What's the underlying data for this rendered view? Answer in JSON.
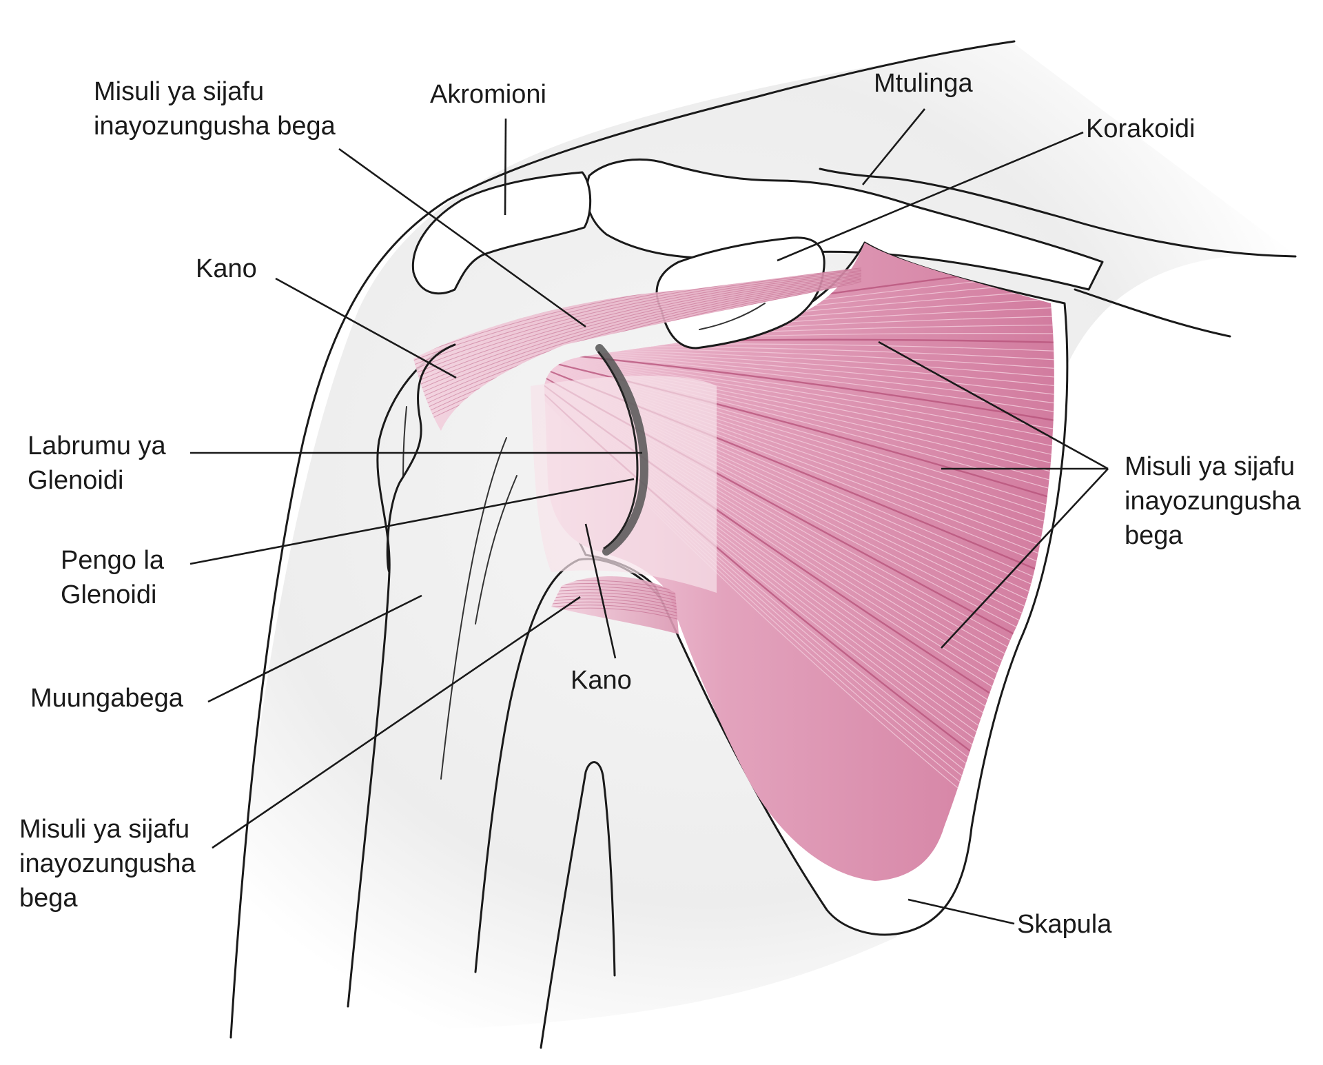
{
  "colors": {
    "muscle": "#d98aa8",
    "muscle_fiber": "#b8547c",
    "muscle_light": "#f1c8d8",
    "skin_shade": "#eeeeee",
    "bone": "#ffffff",
    "labrum": "#555555",
    "line": "#1a1a1a"
  },
  "labels": {
    "rotator_cuff_top": [
      "Misuli ya sijafu",
      "inayozungusha bega"
    ],
    "acromion": [
      "Akromioni"
    ],
    "clavicle": [
      "Mtulinga"
    ],
    "coracoid": [
      "Korakoidi"
    ],
    "tendon_upper": [
      "Kano"
    ],
    "glenoid_labrum": [
      "Labrumu ya",
      "Glenoidi"
    ],
    "glenoid_cavity": [
      "Pengo la",
      "Glenoidi"
    ],
    "shoulder_joint": [
      "Muungabega"
    ],
    "rotator_cuff_bottom": [
      "Misuli ya sijafu",
      "inayozungusha",
      "bega"
    ],
    "tendon_lower": [
      "Kano"
    ],
    "rotator_cuff_right": [
      "Misuli ya sijafu",
      "inayozungusha",
      "bega"
    ],
    "scapula": [
      "Skapula"
    ]
  }
}
